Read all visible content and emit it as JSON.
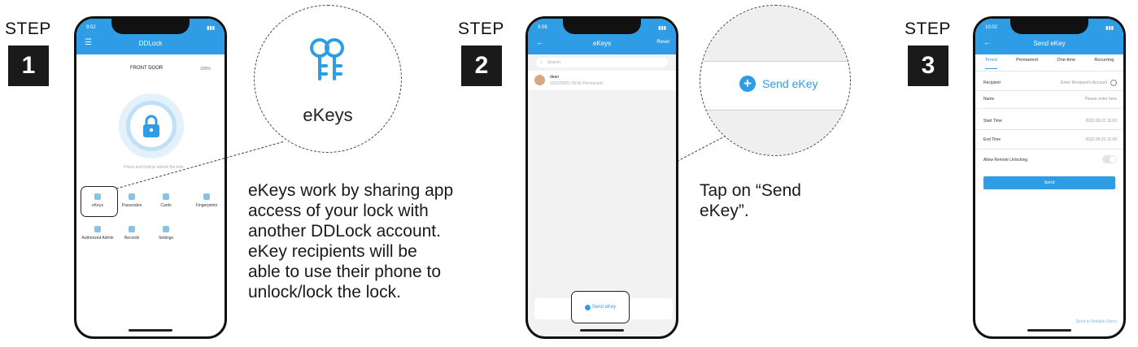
{
  "steps": [
    {
      "label": "STEP",
      "number": "1"
    },
    {
      "label": "STEP",
      "number": "2"
    },
    {
      "label": "STEP",
      "number": "3"
    }
  ],
  "phone1": {
    "status_time": "9:52",
    "app_title": "DDLock",
    "lock_name": "FRONT DOOR",
    "battery": "100%",
    "hint": "Press and hold to unlock the lock",
    "grid": [
      {
        "label": "eKeys",
        "icon": "ekeys-icon"
      },
      {
        "label": "Passcodes",
        "icon": "passcodes-icon"
      },
      {
        "label": "Cards",
        "icon": "cards-icon"
      },
      {
        "label": "Fingerprints",
        "icon": "fingerprints-icon"
      },
      {
        "label": "Authorized Admin",
        "icon": "admin-icon"
      },
      {
        "label": "Records",
        "icon": "records-icon"
      },
      {
        "label": "Settings",
        "icon": "settings-icon"
      }
    ]
  },
  "callout1": {
    "label": "eKeys"
  },
  "description1": [
    "eKeys work by sharing app",
    "access of your lock with",
    "another DDLock account.",
    "eKey recipients will be",
    "able to use their phone to",
    "unlock/lock the lock."
  ],
  "phone2": {
    "status_time": "9:56",
    "app_title": "eKeys",
    "right_action": "Reset",
    "search_placeholder": "Search",
    "list_name": "dean",
    "list_sub": "2022/09/01 09:56  Permanent",
    "bottom_button": "Send eKey"
  },
  "callout2": {
    "label": "Send eKey"
  },
  "description2": [
    "Tap on “Send",
    "eKey”."
  ],
  "phone3": {
    "status_time": "10:02",
    "app_title": "Send eKey",
    "tabs": [
      "Timed",
      "Permanent",
      "One-time",
      "Recurring"
    ],
    "fields": [
      {
        "label": "Recipient",
        "value": "Enter Recipient's Account"
      },
      {
        "label": "Name",
        "value": "Please enter here"
      },
      {
        "label": "Start Time",
        "value": "2022.09.01 11:00"
      },
      {
        "label": "End Time",
        "value": "2022.09.01 11:00"
      }
    ],
    "toggle_label": "Allow Remote Unlocking",
    "send_button": "Send",
    "footer_link": "Send to Multiple Users"
  },
  "colors": {
    "accent": "#2f9de6",
    "dark": "#1a1a1a"
  }
}
